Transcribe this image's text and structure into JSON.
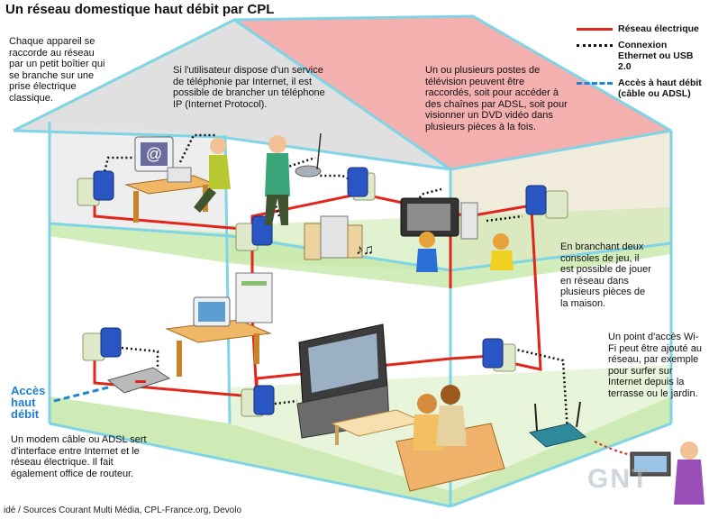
{
  "title": "Un réseau domestique haut débit par CPL",
  "legend": [
    {
      "label": "Réseau électrique",
      "color": "#e1261c",
      "style": "solid"
    },
    {
      "label": "Connexion Ethernet ou USB 2.0",
      "color": "#111111",
      "style": "dotted"
    },
    {
      "label": "Accès à haut débit (câble ou ADSL)",
      "color": "#1f86d6",
      "style": "dashed"
    }
  ],
  "callouts": {
    "plug": "Chaque appareil se raccorde au réseau par un petit boîtier qui se branche sur une prise électrique classique.",
    "phone": "Si l'utilisateur dispose d'un service de téléphonie par Internet, il est possible de brancher un téléphone IP (Internet Protocol).",
    "tv": "Un ou plusieurs postes de télévision peuvent être raccordés, soit pour accéder à des chaînes par ADSL, soit pour visionner un DVD vidéo dans plusieurs pièces à la fois.",
    "consoles": "En branchant deux consoles de jeu, il est possible de jouer en réseau dans plusieurs pièces de la maison.",
    "wifi": "Un point d'accès Wi-Fi peut être ajouté au réseau, par exemple pour surfer sur Internet depuis la terrasse ou le jardin.",
    "modem": "Un modem câble ou ADSL sert d'interface entre Internet et le réseau électrique. Il fait également office de routeur."
  },
  "access_label": "Accès haut débit",
  "source": "idé / Sources Courant Multi Média, CPL-France.org, Devolo",
  "watermark": "GNT",
  "computer_screen_symbol": "@",
  "colors": {
    "roof": "#f3a6a6",
    "wall_gray": "#d9d9d9",
    "floor_green": "#c6e8a8",
    "house_line": "#7fd4e6",
    "power": "#e1261c",
    "adapter": "#2a56c4",
    "access": "#1f86d6"
  }
}
